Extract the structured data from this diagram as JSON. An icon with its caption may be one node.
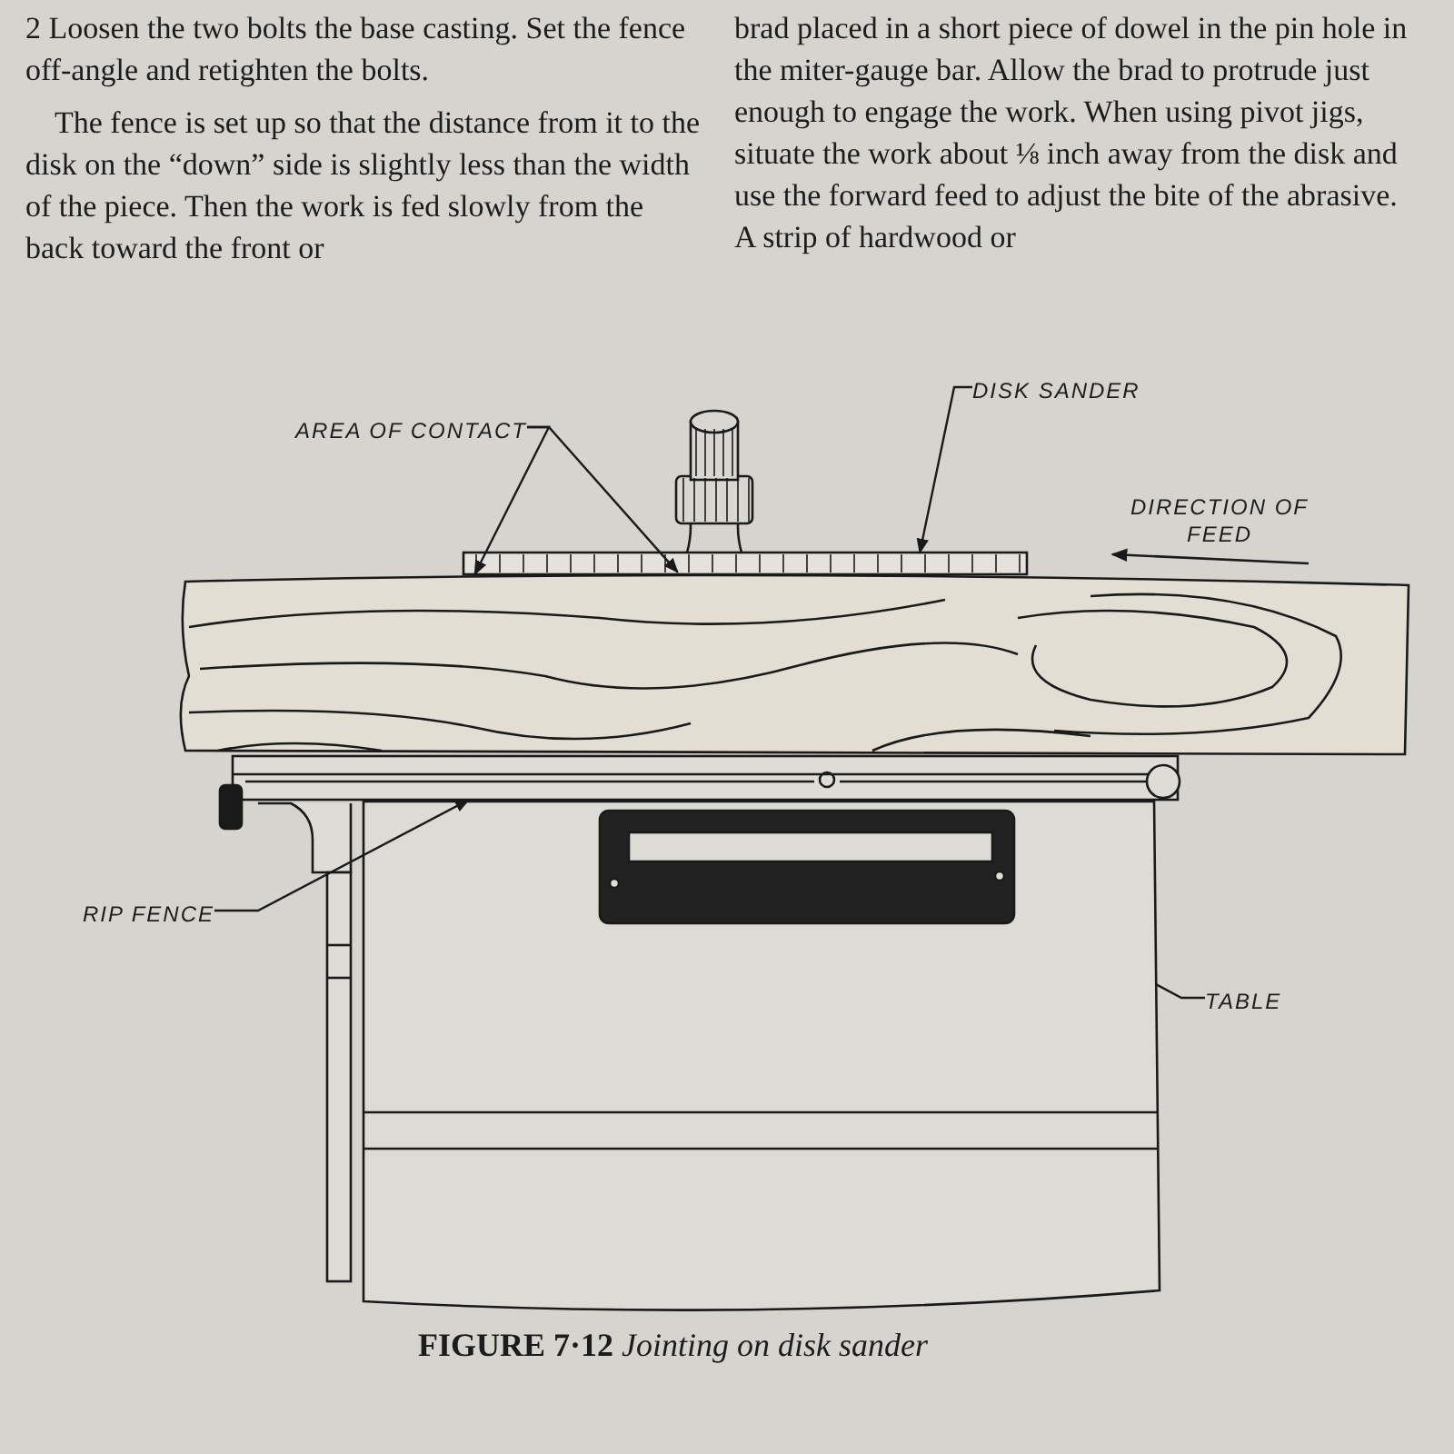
{
  "diagram": {
    "caption": "**FIGURE 7·12** *Jointing on disk sander*",
    "nodes": [
      {
        "text": [
          "AREA OF CONTACT"
        ]
      },
      {
        "text": [
          "DISK SANDER"
        ]
      },
      {
        "text": [
          "RIP FENCE"
        ]
      },
      {
        "text": [
          "TABLE"
        ]
      },
      {
        "text": [],
        "shape": "picture"
      },
      {
        "text": [],
        "shape": "picture"
      },
      {
        "text": [],
        "shape": "picture"
      }
    ],
    "edges": [
      {
        "from": 0,
        "to": 4,
        "arrow": "to"
      },
      {
        "from": 0,
        "to": 4,
        "arrow": "to"
      },
      {
        "from": 1,
        "to": 4,
        "arrow": "to"
      },
      {
        "from": 2,
        "to": 5,
        "arrow": "to"
      },
      {
        "from": 3,
        "to": 6,
        "arrow": "none"
      }
    ],
    "labels": [
      "2 Loosen the two bolts the base casting. Set the fence off-angle and retighten the bolts.",
      "The fence is set up so that the distance from it to the disk on the “down” side is slightly less than the width of the piece. Then the work is fed slowly from the back toward the front or",
      "brad placed in a short piece of dowel in the pin hole in the miter-gauge bar. Allow the brad to protrude just enough to engage the work. When using pivot jigs, situate the work about ⅛ inch away from the disk and use the forward feed to adjust the bite of the abrasive. A strip of hardwood or",
      "DIRECTION OF FEED"
    ]
  }
}
